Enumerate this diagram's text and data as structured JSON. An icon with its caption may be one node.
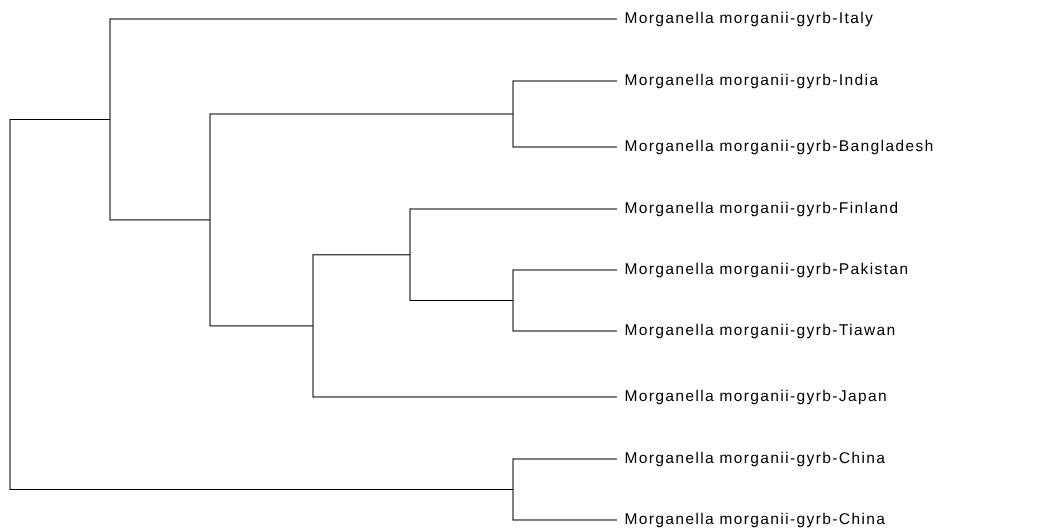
{
  "diagram": {
    "nodes": [
      {
        "text": [],
        "shape": "bar"
      },
      {
        "text": [],
        "shape": "bar"
      },
      {
        "text": [
          "Morganella morganii-gyrb-Italy"
        ]
      },
      {
        "text": [],
        "shape": "bar"
      },
      {
        "text": [],
        "shape": "bar"
      },
      {
        "text": [
          "Morganella morganii-gyrb-India"
        ]
      },
      {
        "text": [
          "Morganella morganii-gyrb-Bangladesh"
        ]
      },
      {
        "text": [],
        "shape": "bar"
      },
      {
        "text": [],
        "shape": "bar"
      },
      {
        "text": [
          "Morganella morganii-gyrb-Finland"
        ]
      },
      {
        "text": [],
        "shape": "bar"
      },
      {
        "text": [
          "Morganella morganii-gyrb-Pakistan"
        ]
      },
      {
        "text": [
          "Morganella morganii-gyrb-Tiawan"
        ]
      },
      {
        "text": [
          "Morganella morganii-gyrb-Japan"
        ]
      },
      {
        "text": [],
        "shape": "bar"
      },
      {
        "text": [
          "Morganella morganii-gyrb-China"
        ]
      },
      {
        "text": [
          "Morganella morganii-gyrb-China"
        ]
      }
    ],
    "edges": [
      {
        "from": 0,
        "to": 1,
        "arrow": "none"
      },
      {
        "from": 0,
        "to": 14,
        "arrow": "none"
      },
      {
        "from": 1,
        "to": 2,
        "arrow": "none"
      },
      {
        "from": 1,
        "to": 3,
        "arrow": "none"
      },
      {
        "from": 3,
        "to": 4,
        "arrow": "none"
      },
      {
        "from": 3,
        "to": 7,
        "arrow": "none"
      },
      {
        "from": 4,
        "to": 5,
        "arrow": "none"
      },
      {
        "from": 4,
        "to": 6,
        "arrow": "none"
      },
      {
        "from": 7,
        "to": 8,
        "arrow": "none"
      },
      {
        "from": 7,
        "to": 13,
        "arrow": "none"
      },
      {
        "from": 8,
        "to": 9,
        "arrow": "none"
      },
      {
        "from": 8,
        "to": 10,
        "arrow": "none"
      },
      {
        "from": 10,
        "to": 11,
        "arrow": "none"
      },
      {
        "from": 10,
        "to": 12,
        "arrow": "none"
      },
      {
        "from": 14,
        "to": 15,
        "arrow": "none"
      },
      {
        "from": 14,
        "to": 16,
        "arrow": "none"
      }
    ]
  }
}
